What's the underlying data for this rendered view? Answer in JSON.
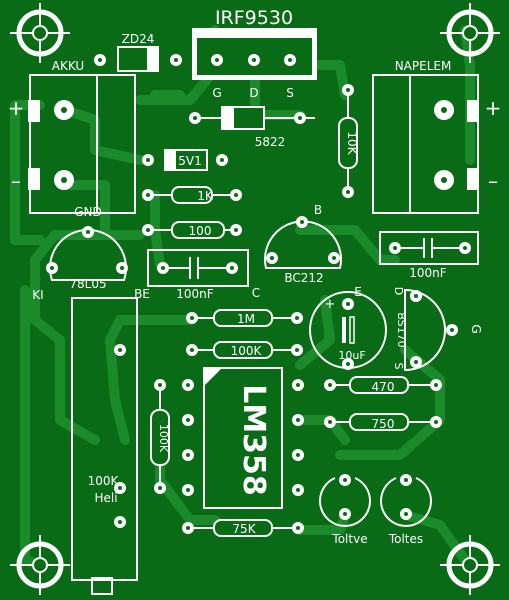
{
  "board": {
    "background": "#0a6b17",
    "copper_color": "#1a8a2a",
    "silk_color": "#ffffff"
  },
  "labels": {
    "irf": "IRF9530",
    "gate": "G",
    "drain": "D",
    "source": "S",
    "zd24": "ZD24",
    "akku": "AKKU",
    "napelem": "NAPELEM",
    "plus": "+",
    "minus": "–",
    "d5822": "5822",
    "r10k": "10K",
    "d5v1": "5V1",
    "r1k": "1K",
    "r100": "100",
    "gnd": "GND",
    "b": "B",
    "reg": "78L05",
    "ki": "KI",
    "be": "BE",
    "bc212": "BC212",
    "c100nf_right": "100nF",
    "c100nf_left": "100nF",
    "c": "C",
    "r1m": "1M",
    "r100k_top": "100K",
    "e": "E",
    "cap_plus": "+",
    "c10uf": "10uF",
    "bs170_d": "D",
    "bs170": "BS170",
    "bs170_g": "G",
    "bs170_s": "S",
    "lm358": "LM358",
    "r470": "470",
    "r750": "750",
    "r100k_v": "100K",
    "pot_value": "100K",
    "pot_name": "Heli",
    "r75k": "75K",
    "led_toltve": "Toltve",
    "led_toltes": "Toltes"
  }
}
